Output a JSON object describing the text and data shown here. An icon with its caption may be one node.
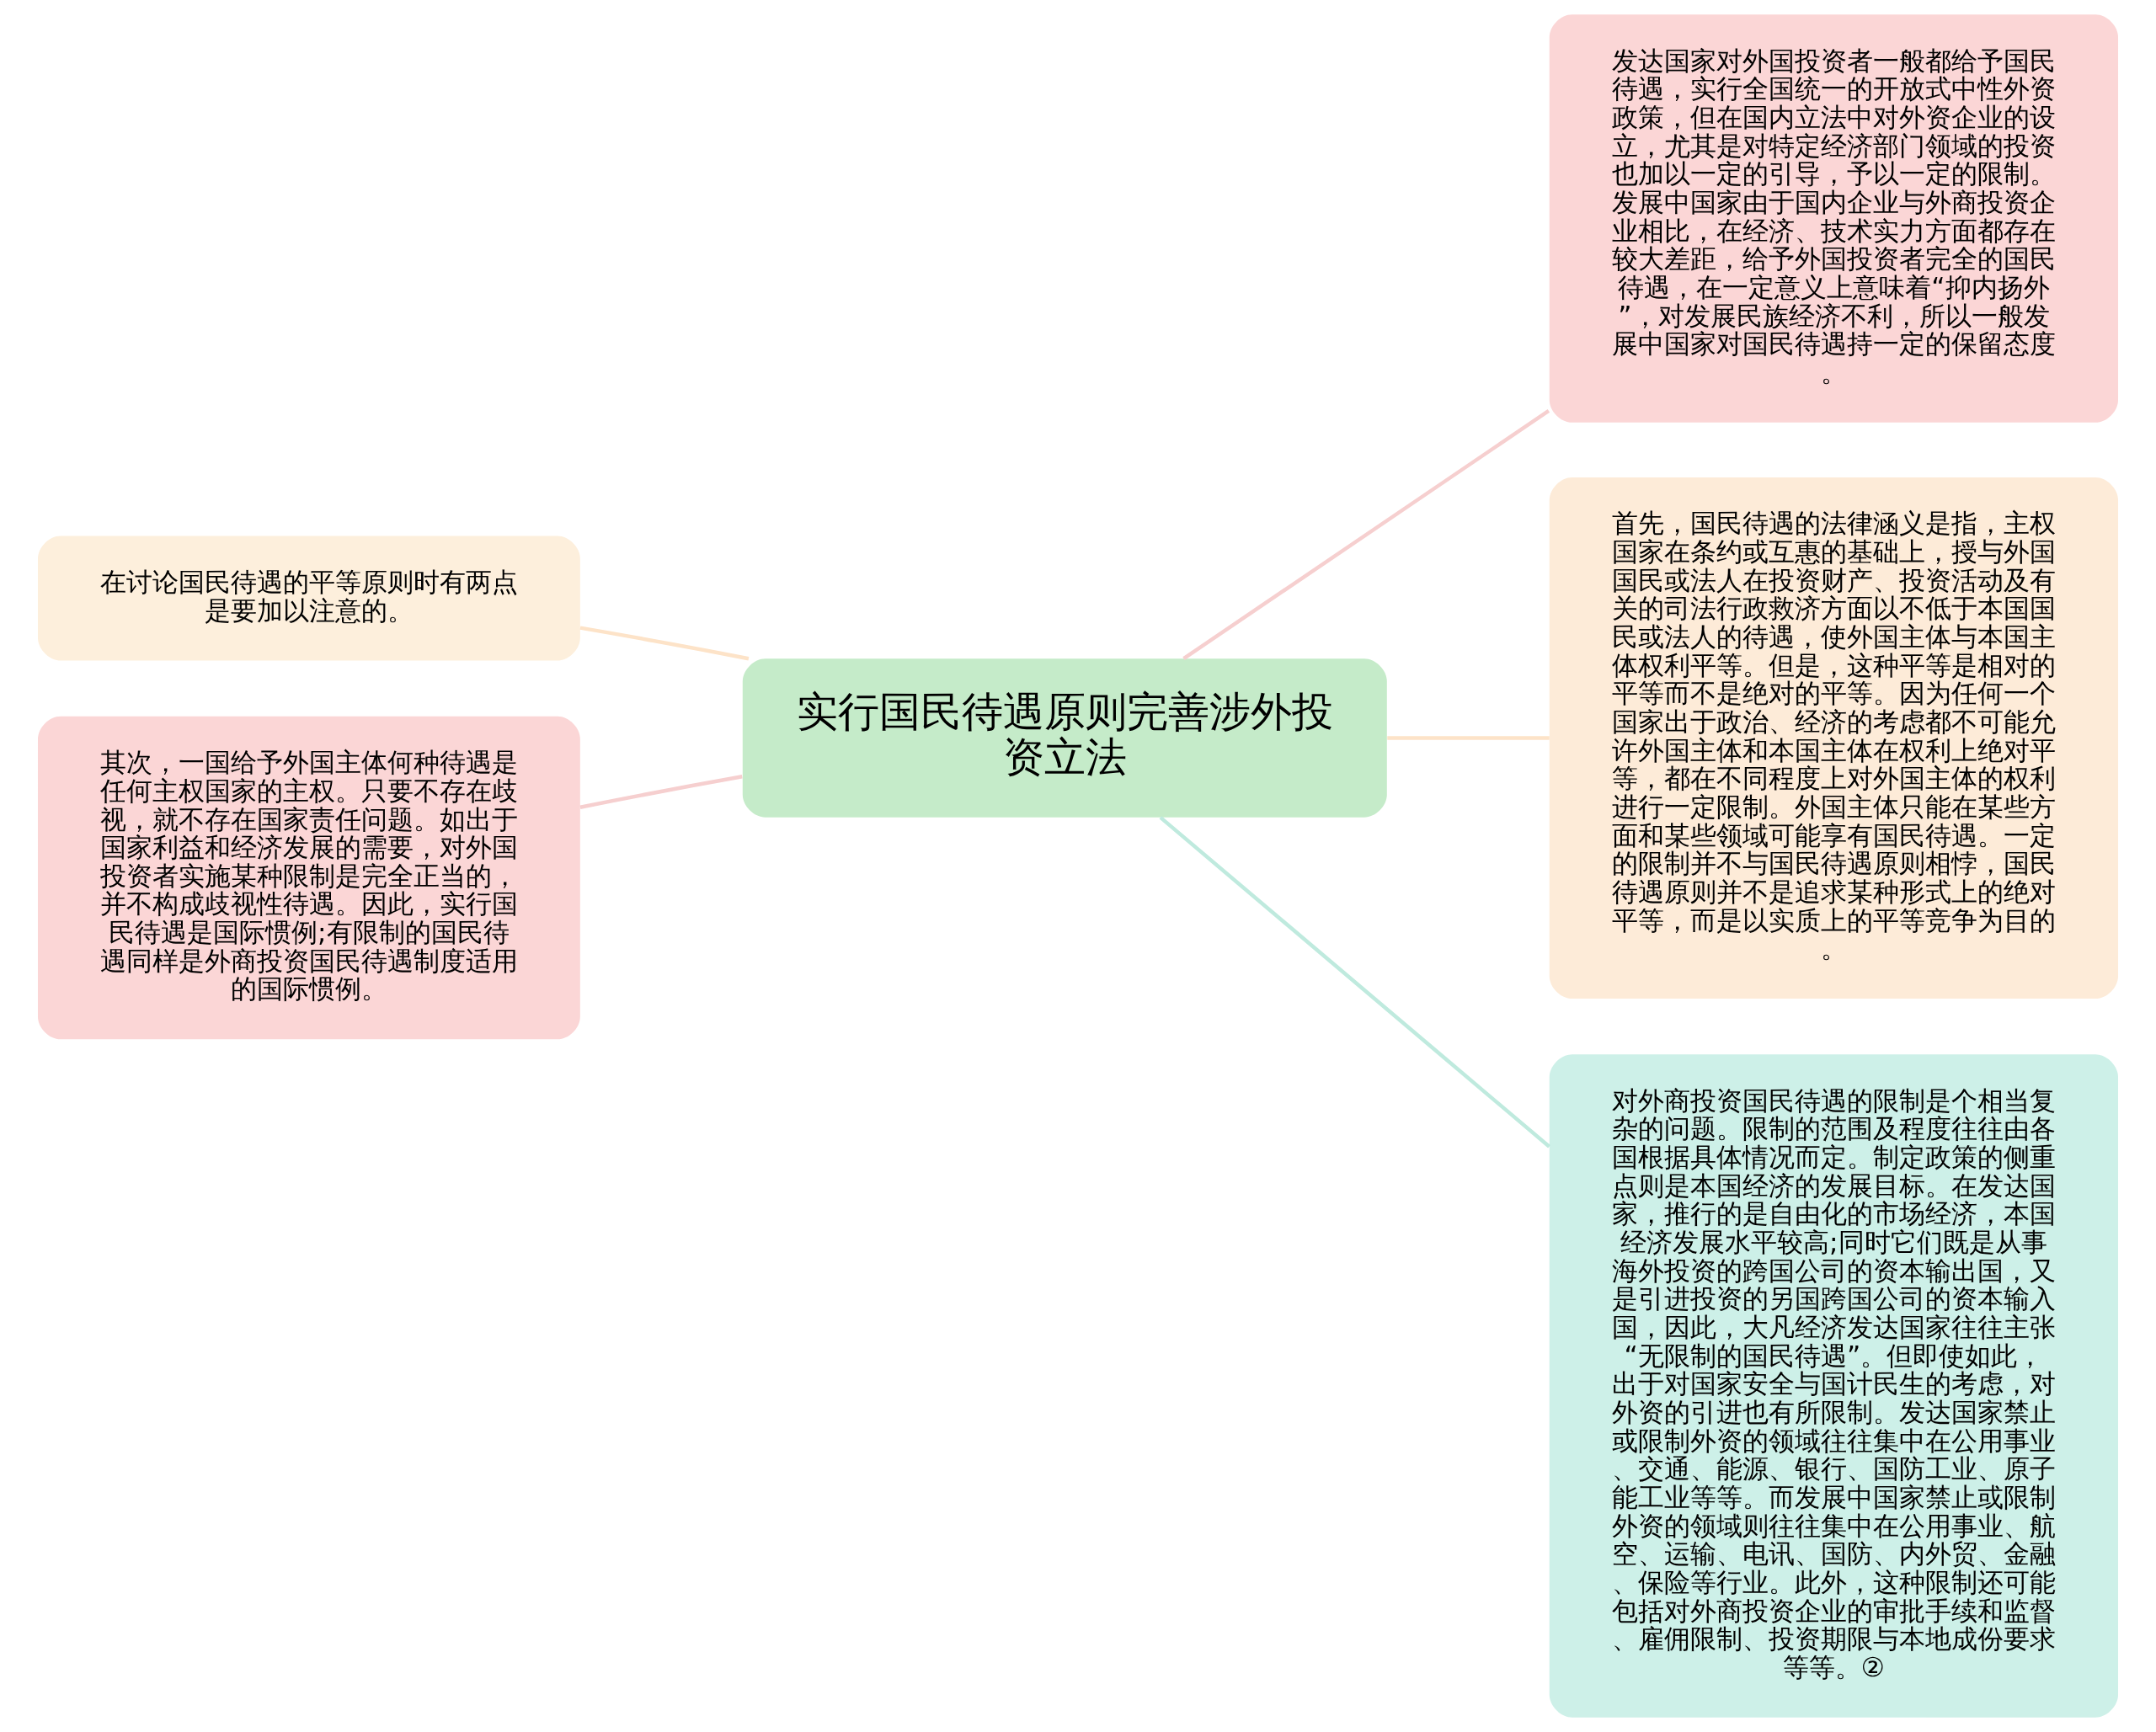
{
  "diagram": {
    "nodes": [
      {
        "text": [
          "实行国民待遇原则完善涉外投资立法"
        ]
      },
      {
        "text": [
          "发达国家对外国投资者一般都给予国民待遇，实行全国统一的开放式中性外资政策，但在国内立法中对外资企业的设立，尤其是对特定经济部门领域的投资也加以一定的引导，予以一定的限制。发展中国家由于国内企业与外商投资企业相比，在经济、技术实力方面都存在较大差距，给予外国投资者完全的国民待遇，在一定意义上意味着“抑内扬外”，对发展民族经济不利，所以一般发展中国家对国民待遇持一定的保留态度。"
        ]
      },
      {
        "text": [
          "首先，国民待遇的法律涵义是指，主权国家在条约或互惠的基础上，授与外国国民或法人在投资财产、投资活动及有关的司法行政救济方面以不低于本国国民或法人的待遇，使外国主体与本国主体权利平等。但是，这种平等是相对的平等而不是绝对的平等。因为任何一个国家出于政治、经济的考虑都不可能允许外国主体和本国主体在权利上绝对平等，都在不同程度上对外国主体的权利进行一定限制。外国主体只能在某些方面和某些领域可能享有国民待遇。一定的限制并不与国民待遇原则相悖，国民待遇原则并不是追求某种形式上的绝对平等，而是以实质上的平等竞争为目的。"
        ]
      },
      {
        "text": [
          "对外商投资国民待遇的限制是个相当复杂的问题。限制的范围及程度往往由各国根据具体情况而定。制定政策的侧重点则是本国经济的发展目标。在发达国家，推行的是自由化的市场经济，本国经济发展水平较高;同时它们既是从事海外投资的跨国公司的资本输出国，又是引进投资的另国跨国公司的资本输入国，因此，大凡经济发达国家往往主张“无限制的国民待遇”。但即使如此，出于对国家安全与国计民生的考虑，对外资的引进也有所限制。发达国家禁止或限制外资的领域往往集中在公用事业、交通、能源、银行、国防工业、原子能工业等等。而发展中国家禁止或限制外资的领域则往往集中在公用事业、航空、运输、电讯、国防、内外贸、金融、保险等行业。此外，这种限制还可能包括对外商投资企业的审批手续和监督、雇佣限制、投资期限与本地成份要求等等。②"
        ]
      },
      {
        "text": [
          "在讨论国民待遇的平等原则时有两点是要加以注意的。"
        ]
      },
      {
        "text": [
          "其次，一国给予外国主体何种待遇是任何主权国家的主权。只要不存在歧视，就不存在国家责任问题。如出于国家利益和经济发展的需要，对外国投资者实施某种限制是完全正当的，并不构成歧视性待遇。因此，实行国民待遇是国际惯例;有限制的国民待遇同样是外商投资国民待遇制度适用的国际惯例。"
        ]
      }
    ],
    "edges": [
      {
        "from": 0,
        "to": 1,
        "arrow": "none",
        "color": "#f6cfcf"
      },
      {
        "from": 0,
        "to": 2,
        "arrow": "none",
        "color": "#fde3c8"
      },
      {
        "from": 0,
        "to": 3,
        "arrow": "none",
        "color": "#bfeade"
      },
      {
        "from": 0,
        "to": 4,
        "arrow": "none",
        "color": "#fde3c8"
      },
      {
        "from": 0,
        "to": 5,
        "arrow": "none",
        "color": "#f6cfcf"
      }
    ]
  }
}
